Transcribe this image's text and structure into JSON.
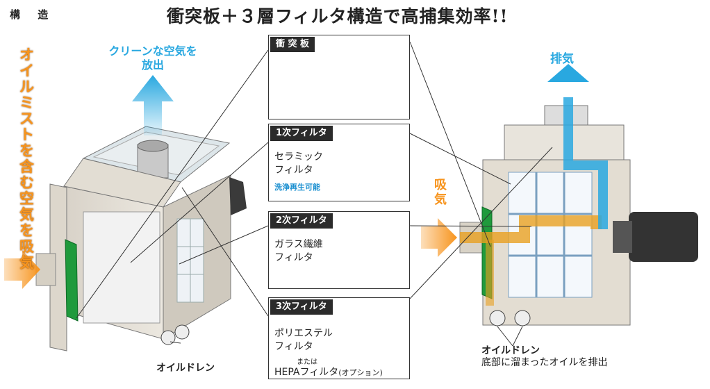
{
  "header": {
    "section_label": "構 造",
    "headline": "衝突板＋３層フィルタ構造で高捕集効率!!"
  },
  "left_unit": {
    "intake_label": "オイルミストを含む空気を吸気",
    "clean_air_line1": "クリーンな空気を",
    "clean_air_line2": "放出",
    "drain_label": "オイルドレン"
  },
  "right_unit": {
    "exhaust_label": "排気",
    "intake_label": "吸気",
    "drain_label": "オイルドレン",
    "drain_desc": "底部に溜まったオイルを排出"
  },
  "panels": [
    {
      "tag": "衝 突 板"
    },
    {
      "tag": "1次フィルタ",
      "line1": "セラミック",
      "line2": "フィルタ",
      "note": "洗浄再生可能"
    },
    {
      "tag": "2次フィルタ",
      "line1": "ガラス繊維",
      "line2": "フィルタ"
    },
    {
      "tag": "3次フィルタ",
      "line1": "ポリエステル",
      "line2": "フィルタ",
      "or": "または",
      "hepa": "HEPAフィルタ",
      "option": "(オプション)"
    }
  ],
  "colors": {
    "intake": "#f7941d",
    "exhaust": "#29a8e0",
    "green_plate": "#1f9a3c",
    "tag_bg": "#2b2b2b"
  }
}
